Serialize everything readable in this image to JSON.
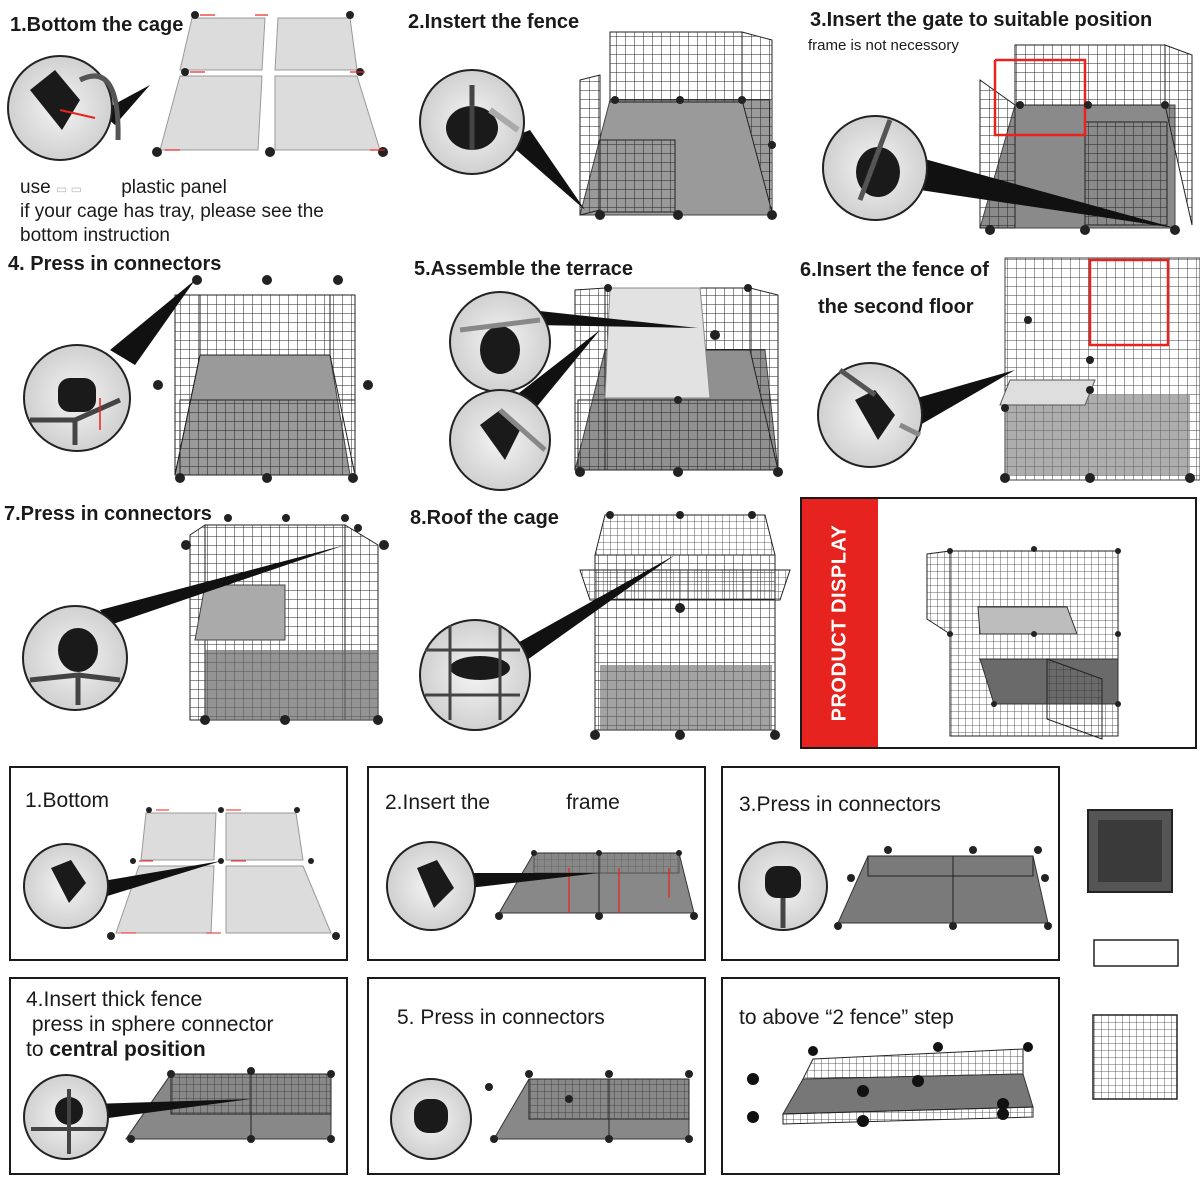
{
  "top_steps": [
    {
      "title": "1.Bottom the cage"
    },
    {
      "title": "2.Instert the fence"
    },
    {
      "title": "3.Insert the gate to suitable position",
      "note": "frame is not necessory"
    },
    {
      "title": "4. Press in connectors"
    },
    {
      "title": "5.Assemble the terrace"
    },
    {
      "title_line1": "6.Insert the fence of",
      "title_line2": "the second floor"
    },
    {
      "title": "7.Press in connectors"
    },
    {
      "title": "8.Roof the cage"
    }
  ],
  "panel_note": {
    "line1_prefix": "use",
    "line1_suffix": "plastic panel",
    "line2": "if your cage has tray, please see the",
    "line3": "bottom instruction"
  },
  "product_display": {
    "label": "PRODUCT DISPLAY"
  },
  "bottom_steps": [
    {
      "title": "1.Bottom"
    },
    {
      "title_prefix": "2.Insert the",
      "title_suffix": "frame"
    },
    {
      "title": "3.Press in connectors"
    },
    {
      "line1": "4.Insert thick fence",
      "line2": "press in sphere connector",
      "line3_prefix": "to",
      "line3_bold": "central position"
    },
    {
      "title": "5. Press in connectors"
    },
    {
      "title": "to above “2 fence” step"
    }
  ],
  "colors": {
    "accent_red": "#e6231e",
    "panel_gray": "#d9d9d9",
    "floor_dark": "#6d6d6d",
    "wire": "#222222"
  }
}
